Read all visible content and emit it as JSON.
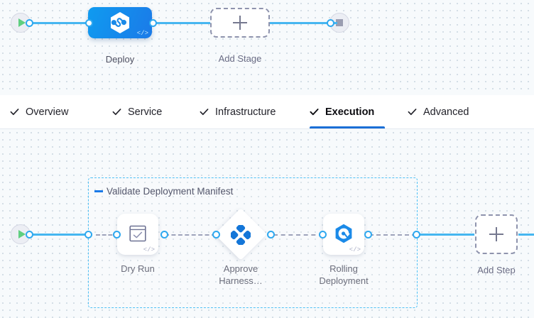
{
  "stage_canvas": {
    "start_node": {
      "name": "pipeline-start",
      "icon": "play-icon"
    },
    "end_node": {
      "name": "pipeline-stop",
      "icon": "stop-icon"
    },
    "stage": {
      "label": "Deploy",
      "icon": "harness-hexagon-icon",
      "badge": "</>"
    },
    "add_stage": {
      "label": "Add Stage",
      "icon": "plus-icon"
    }
  },
  "tabs": [
    {
      "label": "Overview",
      "icon": "check-icon",
      "active": false
    },
    {
      "label": "Service",
      "icon": "check-icon",
      "active": false
    },
    {
      "label": "Infrastructure",
      "icon": "check-icon",
      "active": false
    },
    {
      "label": "Execution",
      "icon": "check-icon",
      "active": true
    },
    {
      "label": "Advanced",
      "icon": "check-icon",
      "active": false
    }
  ],
  "execution_canvas": {
    "start_node": {
      "name": "execution-start",
      "icon": "play-icon"
    },
    "step_group": {
      "label": "Validate Deployment Manifest",
      "collapse_icon": "minus-icon"
    },
    "steps": [
      {
        "label": "Dry Run",
        "icon": "dry-run-checkbox-icon",
        "badge": "</>"
      },
      {
        "label": "Approve\nHarness…",
        "icon": "approval-diamond-icon",
        "badge": ""
      },
      {
        "label": "Rolling\nDeployment",
        "icon": "rolling-deployment-hexagon-icon",
        "badge": "</>"
      }
    ],
    "add_step": {
      "label": "Add Step",
      "icon": "plus-icon"
    }
  },
  "colors": {
    "accent_blue": "#1b7ae8",
    "link_blue": "#46b6f0",
    "port_blue": "#2ea8ef",
    "group_border": "#4fc0f5",
    "canvas_bg": "#f7fafc",
    "dashed_grey": "#9ea3bb",
    "play_green": "#5fcf80"
  }
}
